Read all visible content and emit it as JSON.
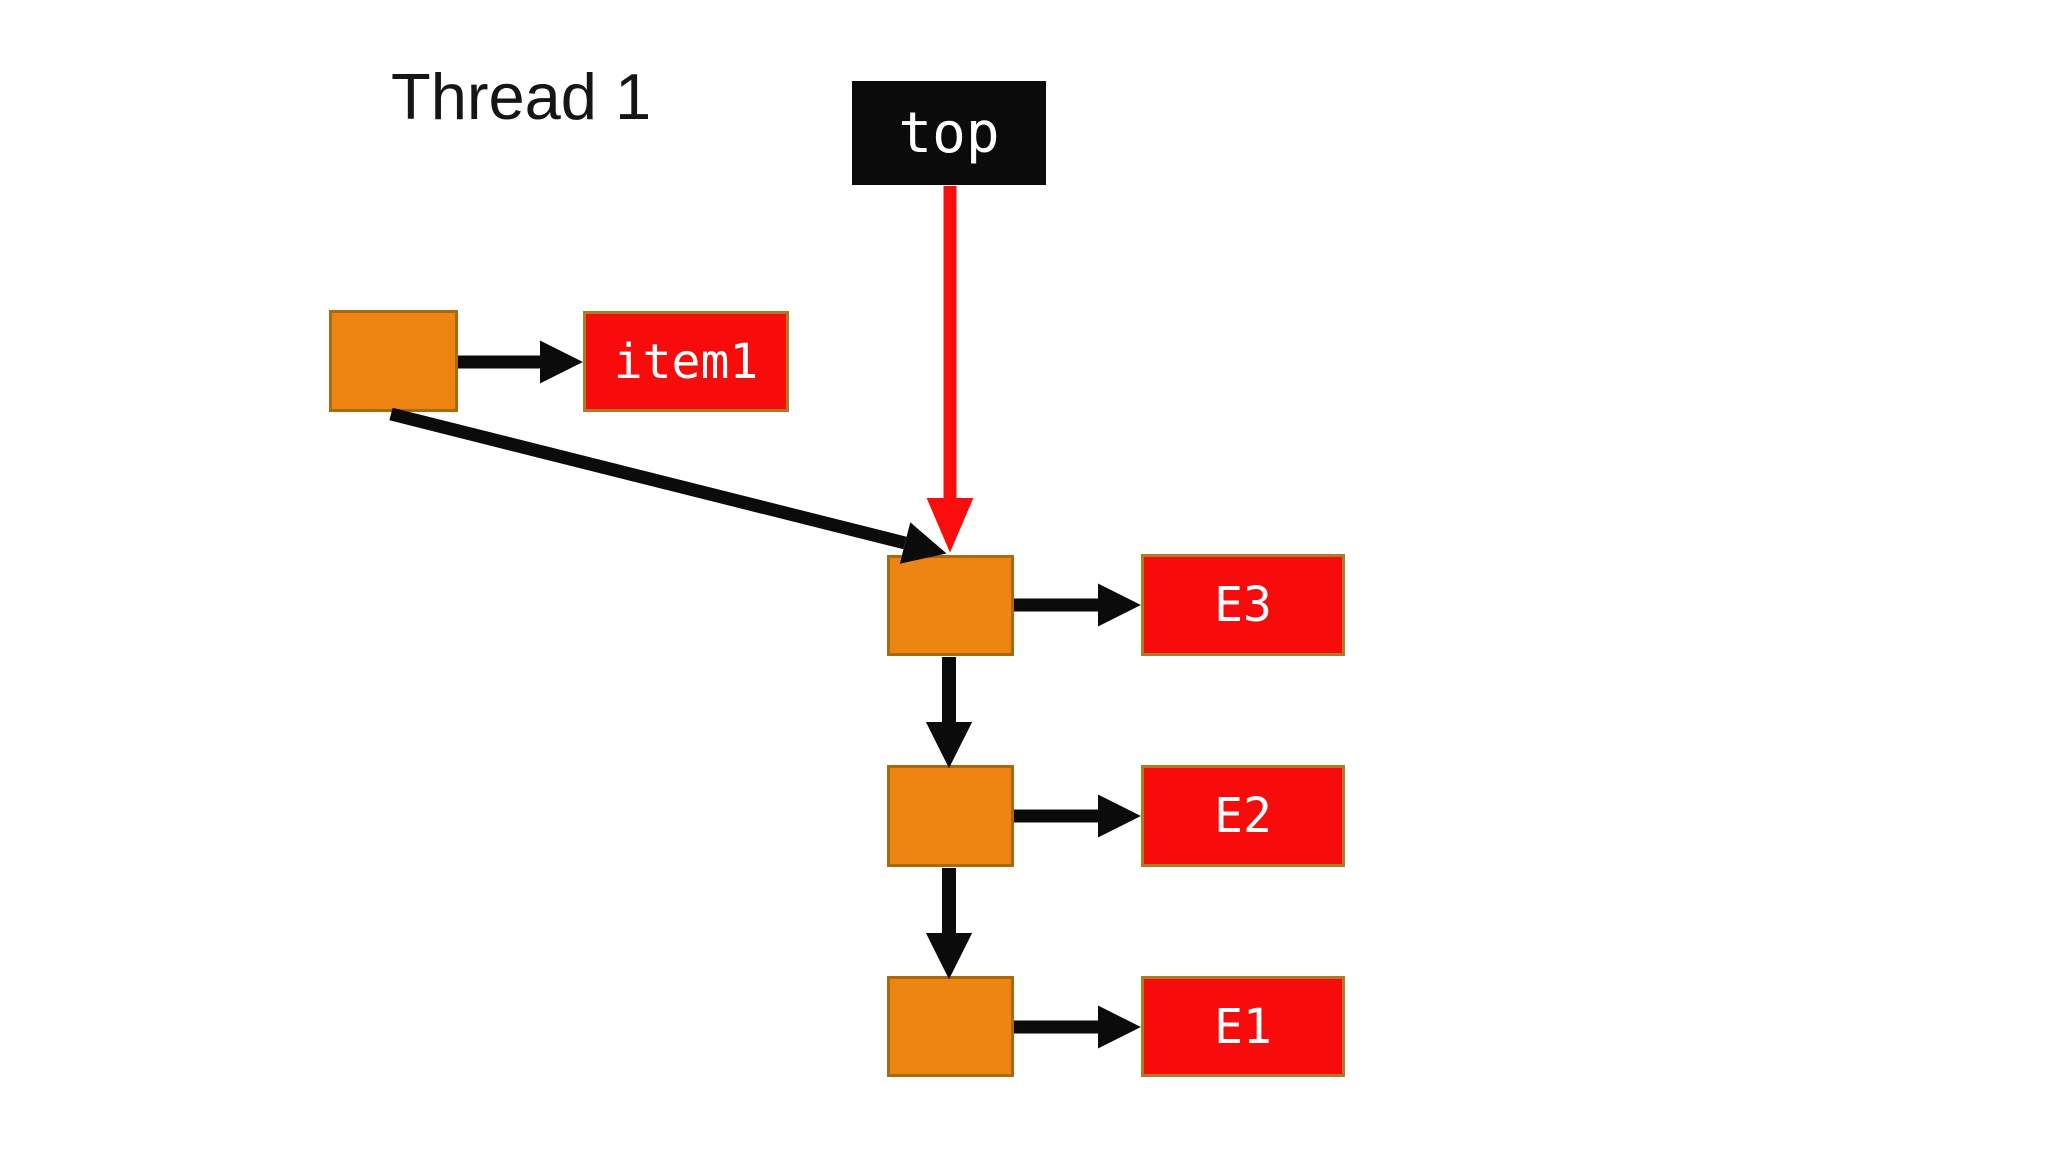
{
  "title": "Thread 1",
  "pointer_box": {
    "label": "top"
  },
  "new_node": {
    "value_label": "item1"
  },
  "stack": [
    {
      "value_label": "E3"
    },
    {
      "value_label": "E2"
    },
    {
      "value_label": "E1"
    }
  ],
  "colors": {
    "background": "#ffffff",
    "title_text": "#151515",
    "node_fill": "#ee8512",
    "node_border": "#a8690f",
    "value_box_fill": "#f80c0b",
    "value_box_border": "#ad7a28",
    "pointer_box_fill": "#0b0b0b",
    "pointer_box_text": "#ffffff",
    "arrow_black": "#0b0b0b",
    "arrow_red": "#fa0d0c"
  }
}
